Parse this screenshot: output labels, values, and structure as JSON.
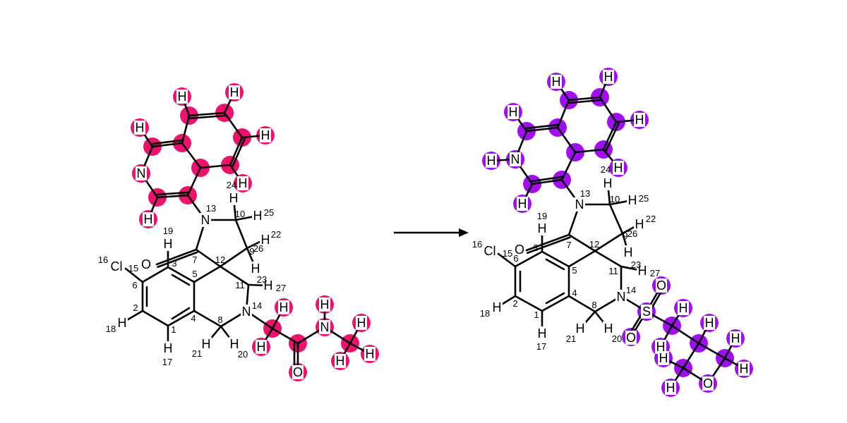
{
  "reaction": {
    "arrow": "right-arrow",
    "reactant": {
      "highlight_color": "#f0106e",
      "atoms": {
        "Cl": "Cl",
        "O_carbonyl": "O",
        "N13": "N",
        "N14": "N",
        "N_quin": "N",
        "O_amide": "O",
        "N_amide": "N",
        "H": "H"
      },
      "numbers": [
        "1",
        "2",
        "3",
        "4",
        "5",
        "6",
        "7",
        "8",
        "9",
        "10",
        "11",
        "12",
        "13",
        "14",
        "15",
        "16",
        "17",
        "18",
        "19",
        "20",
        "21",
        "22",
        "23",
        "24",
        "25",
        "26",
        "27"
      ]
    },
    "product": {
      "highlight_color": "#a10ef2",
      "atoms": {
        "Cl": "Cl",
        "O_carbonyl": "O",
        "N13": "N",
        "N14": "N",
        "N_quin": "N",
        "S": "S",
        "O_s1": "O",
        "O_s2": "O",
        "O_ring": "O",
        "H": "H"
      },
      "numbers": [
        "1",
        "2",
        "3",
        "4",
        "5",
        "6",
        "7",
        "8",
        "9",
        "10",
        "11",
        "12",
        "13",
        "14",
        "15",
        "16",
        "17",
        "18",
        "19",
        "20",
        "21",
        "22",
        "23",
        "24",
        "25",
        "26",
        "27"
      ]
    }
  }
}
